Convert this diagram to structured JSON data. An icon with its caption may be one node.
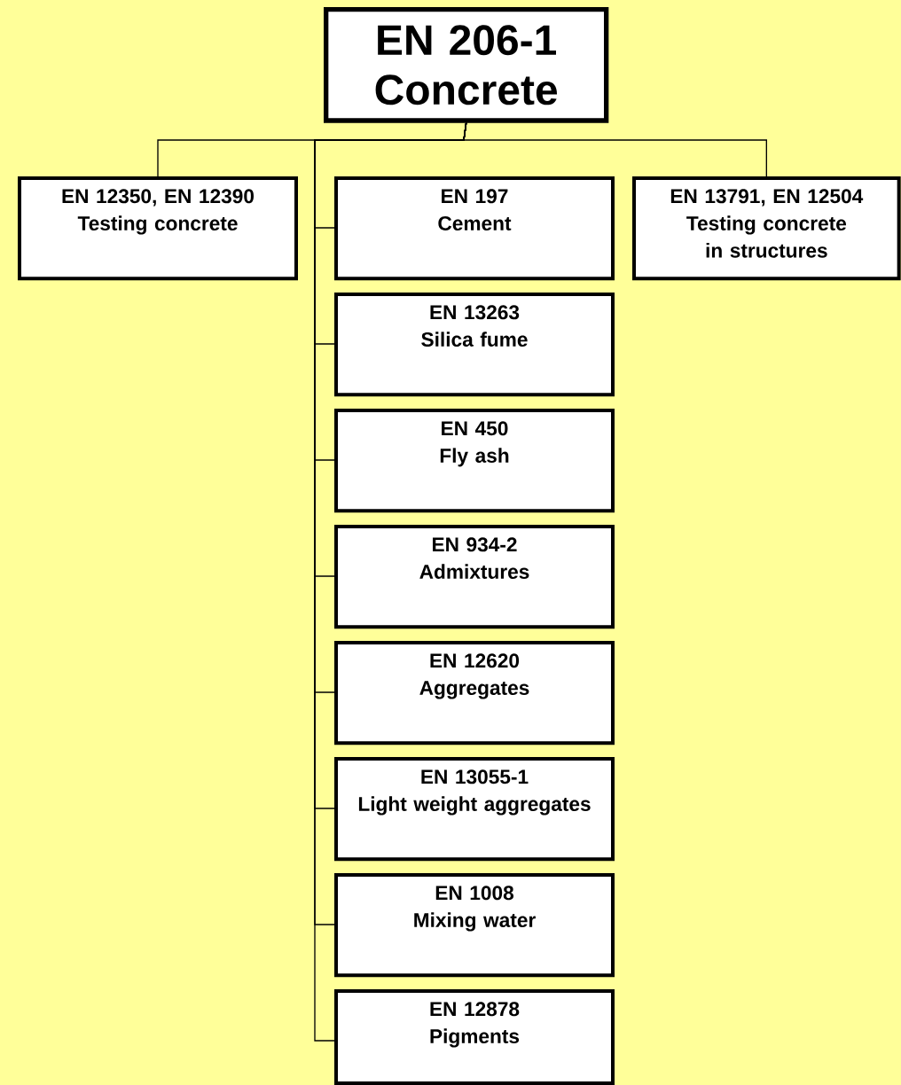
{
  "diagram": {
    "nodes": [
      {
        "text": [
          "EN 206-1",
          "Concrete"
        ]
      },
      {
        "text": [
          "EN 12350, EN 12390",
          "Testing concrete"
        ]
      },
      {
        "text": [
          "EN 197",
          "Cement"
        ]
      },
      {
        "text": [
          "EN 13791, EN 12504",
          "Testing concrete in structures"
        ]
      },
      {
        "text": [
          "EN 13263",
          "Silica fume"
        ]
      },
      {
        "text": [
          "EN 450",
          "Fly ash"
        ]
      },
      {
        "text": [
          "EN 934-2",
          "Admixtures"
        ]
      },
      {
        "text": [
          "EN 12620",
          "Aggregates"
        ]
      },
      {
        "text": [
          "EN 13055-1",
          "Light weight aggregates"
        ]
      },
      {
        "text": [
          "EN 1008",
          "Mixing water"
        ]
      },
      {
        "text": [
          "EN 12878",
          "Pigments"
        ]
      }
    ],
    "edges": [
      {
        "from": 0,
        "to": 1,
        "arrow": "none"
      },
      {
        "from": 0,
        "to": 2,
        "arrow": "none"
      },
      {
        "from": 0,
        "to": 3,
        "arrow": "none"
      },
      {
        "from": 0,
        "to": 4,
        "arrow": "none"
      },
      {
        "from": 0,
        "to": 5,
        "arrow": "none"
      },
      {
        "from": 0,
        "to": 6,
        "arrow": "none"
      },
      {
        "from": 0,
        "to": 7,
        "arrow": "none"
      },
      {
        "from": 0,
        "to": 8,
        "arrow": "none"
      },
      {
        "from": 0,
        "to": 9,
        "arrow": "none"
      },
      {
        "from": 0,
        "to": 10,
        "arrow": "none"
      }
    ]
  }
}
